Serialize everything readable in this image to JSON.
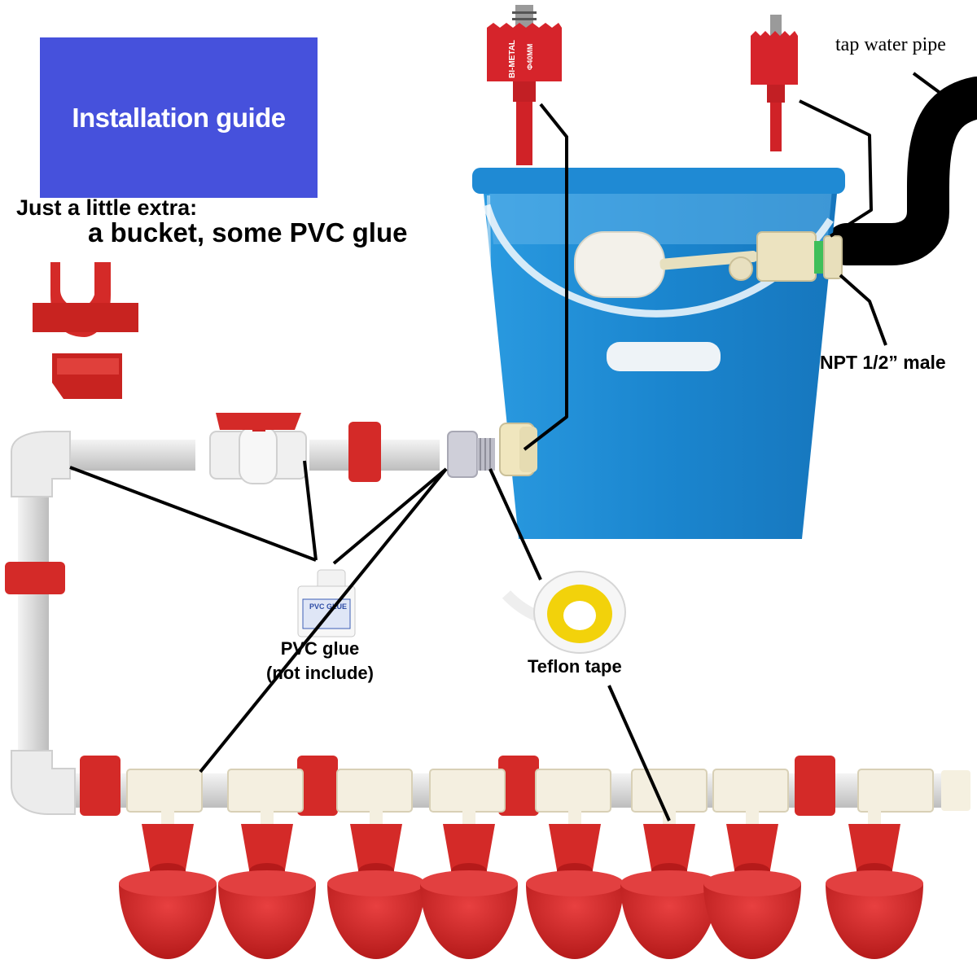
{
  "banner": {
    "title": "Installation guide"
  },
  "extra": {
    "line1": "Just a little extra:",
    "line2": "a bucket, some PVC glue"
  },
  "labels": {
    "tap_water_pipe": "tap water pipe",
    "npt": "NPT 1/2” male",
    "pvc_glue": "PVC glue",
    "not_include": "(not include)",
    "teflon_tape": "Teflon tape"
  },
  "hole_saw": {
    "brand": "BI-METAL",
    "size": "Φ40MM"
  },
  "glue_can": {
    "label": "PVC GLUE"
  },
  "colors": {
    "banner": "#4651dc",
    "bucket": "#1f8ad4",
    "pvc": "#e2e2e2",
    "red_parts": "#d42a28",
    "tape_core": "#f2d20b",
    "tap_pipe": "#000000"
  },
  "drinker_cups": {
    "count": 8
  }
}
